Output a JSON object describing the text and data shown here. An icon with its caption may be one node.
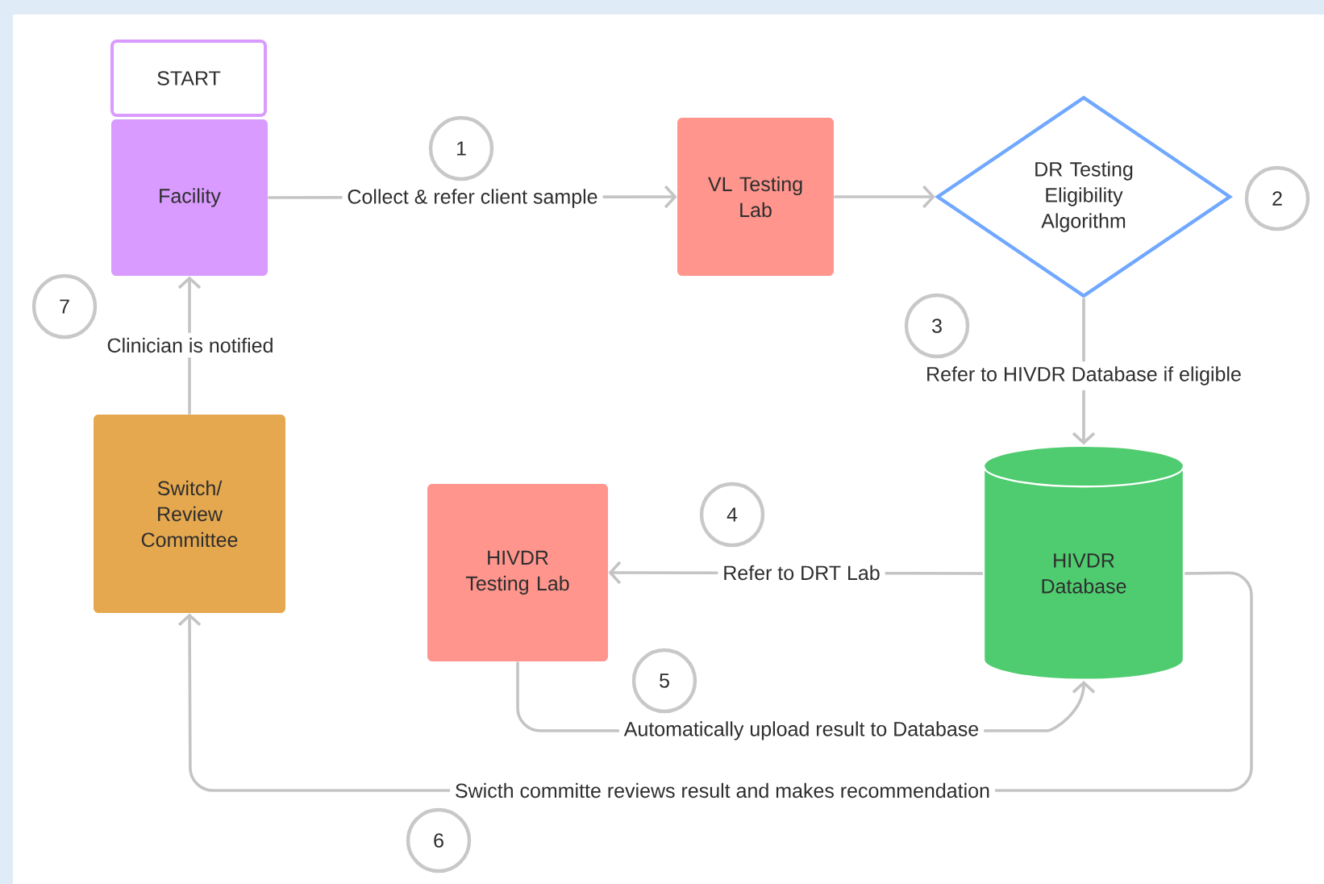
{
  "diagram": {
    "nodes": [
      {
        "text": [
          "START"
        ]
      },
      {
        "text": [
          "Facility"
        ]
      },
      {
        "text": [
          "VL Testing Lab"
        ]
      },
      {
        "text": [
          "DR Testing Eligibility Algorithm"
        ]
      },
      {
        "text": [
          "HIVDR Database"
        ]
      },
      {
        "text": [
          "HIVDR Testing Lab"
        ]
      },
      {
        "text": [
          "Switch/ Review Committee"
        ]
      },
      {
        "text": [
          "1"
        ]
      },
      {
        "text": [
          "2"
        ]
      },
      {
        "text": [
          "3"
        ]
      },
      {
        "text": [
          "4"
        ]
      },
      {
        "text": [
          "5"
        ]
      },
      {
        "text": [
          "6"
        ]
      },
      {
        "text": [
          "7"
        ]
      }
    ],
    "edges": [
      {
        "from": 1,
        "to": 2,
        "arrow": "to",
        "label": "Collect & refer client sample"
      },
      {
        "from": 2,
        "to": 3,
        "arrow": "to"
      },
      {
        "from": 3,
        "to": 4,
        "arrow": "to",
        "label": "Refer to HIVDR Database if eligible"
      },
      {
        "from": 4,
        "to": 5,
        "arrow": "to",
        "label": "Refer to DRT Lab"
      },
      {
        "from": 5,
        "to": 4,
        "arrow": "to",
        "label": "Automatically upload result to Database"
      },
      {
        "from": 4,
        "to": 6,
        "arrow": "to",
        "label": "Swicth committe reviews result and makes recommendation"
      },
      {
        "from": 6,
        "to": 1,
        "arrow": "to",
        "label": "Clinician is notified"
      }
    ]
  }
}
